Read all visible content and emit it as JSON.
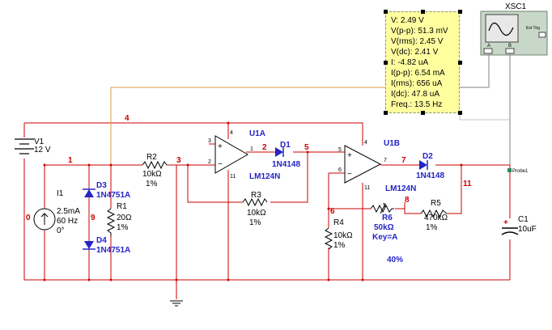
{
  "probe": {
    "lines": [
      "V: 2.49 V",
      "V(p-p): 51.3 mV",
      "V(rms): 2.45 V",
      "V(dc): 2.41 V",
      "I: -4.82 uA",
      "I(p-p): 6.54 mA",
      "I(rms): 656 uA",
      "I(dc): 47.8 uA",
      "Freq.: 13.5 Hz"
    ],
    "name": "Probe1"
  },
  "oscilloscope": {
    "name": "XSC1",
    "trig": "Ext Trig",
    "channel_a": "A",
    "channel_b": "B"
  },
  "nets": {
    "n0": "0",
    "n1": "1",
    "n2": "2",
    "n3": "3",
    "n4": "4",
    "n5": "5",
    "n6": "6",
    "n7": "7",
    "n8": "8",
    "n9": "9",
    "n11": "11"
  },
  "components": {
    "v1": {
      "ref": "V1",
      "value": "12 V"
    },
    "i1": {
      "ref": "I1",
      "amp": "2.5mA",
      "freq": "60 Hz",
      "phase": "0°"
    },
    "d3": {
      "ref": "D3",
      "model": "1N4751A"
    },
    "d4": {
      "ref": "D4",
      "model": "1N4751A"
    },
    "r1": {
      "ref": "R1",
      "value": "20Ω",
      "tol": "1%"
    },
    "r2": {
      "ref": "R2",
      "value": "10kΩ",
      "tol": "1%"
    },
    "u1a": {
      "ref": "U1A",
      "model": "LM124N",
      "pin_plus": "3",
      "pin_minus": "2",
      "pin_out": "1",
      "pin_vcc": "4",
      "pin_vee": "11"
    },
    "d1": {
      "ref": "D1",
      "model": "1N4148"
    },
    "r3": {
      "ref": "R3",
      "value": "10kΩ",
      "tol": "1%"
    },
    "u1b": {
      "ref": "U1B",
      "model": "LM124N",
      "pin_plus": "5",
      "pin_minus": "6",
      "pin_out": "7",
      "pin_vcc": "4",
      "pin_vee": "11"
    },
    "d2": {
      "ref": "D2",
      "model": "1N4148"
    },
    "r4": {
      "ref": "R4",
      "value": "10kΩ",
      "tol": "1%"
    },
    "r6": {
      "ref": "R6",
      "value": "50kΩ",
      "key": "Key=A",
      "percent": "40%"
    },
    "r5": {
      "ref": "R5",
      "value": "470kΩ",
      "tol": "1%"
    },
    "c1": {
      "ref": "C1",
      "value": "10uF",
      "polarity": "+"
    }
  },
  "colors": {
    "wire": "#cc0000",
    "probe_wire": "#d8a040",
    "scope_wire": "#808080",
    "label_blue": "#2424c8",
    "net_red": "#cc0000",
    "probe_bg": "#ffffa0",
    "scope_body": "#c8d8c8"
  }
}
